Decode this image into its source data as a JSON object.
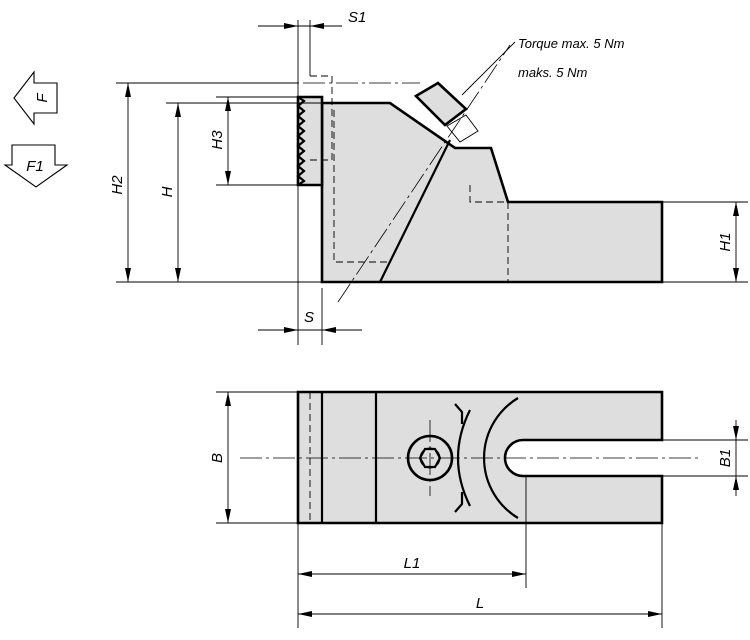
{
  "labels": {
    "s1": "S1",
    "s": "S",
    "h1": "H1",
    "h2": "H2",
    "h": "H",
    "h3": "H3",
    "b": "B",
    "b1": "B1",
    "l1": "L1",
    "l": "L"
  },
  "force_symbols": {
    "f": "F",
    "f1": "F1"
  },
  "torque_note": {
    "line1": "Torque max. 5 Nm",
    "line2": "maks. 5 Nm"
  }
}
